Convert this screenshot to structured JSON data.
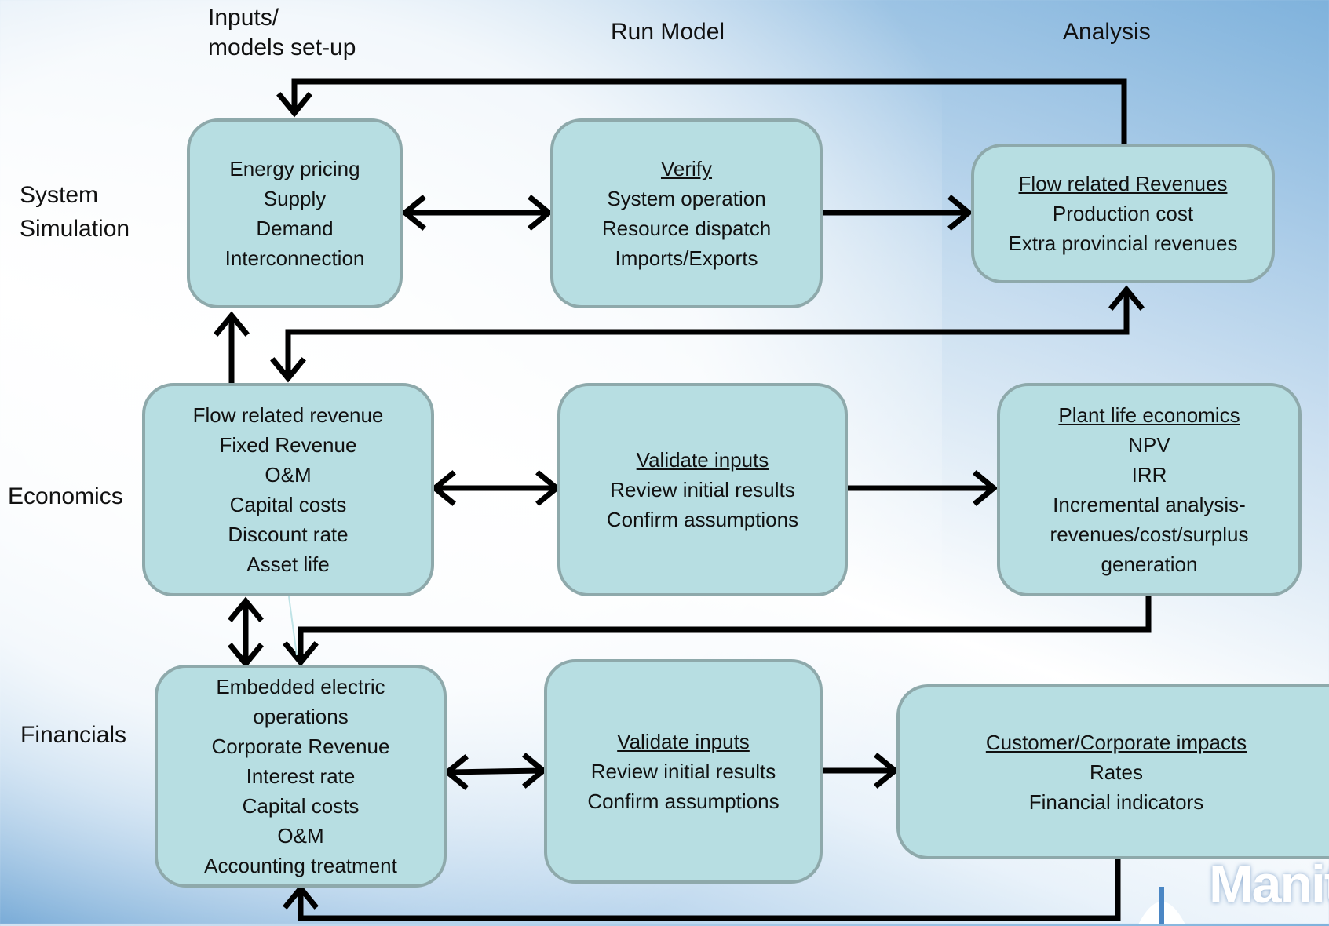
{
  "columns": {
    "inputs": "Inputs/\nmodels set-up",
    "inputs_line1": "Inputs/",
    "inputs_line2": "models set-up",
    "run": "Run Model",
    "analysis": "Analysis"
  },
  "rows": {
    "system_line1": "System",
    "system_line2": "Simulation",
    "economics": "Economics",
    "financials": "Financials"
  },
  "boxes": {
    "sys_inputs": [
      "Energy pricing",
      "Supply",
      "Demand",
      "Interconnection"
    ],
    "sys_run": {
      "title": "Verify",
      "lines": [
        "System operation",
        "Resource dispatch",
        "Imports/Exports"
      ]
    },
    "sys_analysis": {
      "title": "Flow related Revenues",
      "lines": [
        "Production cost",
        "Extra provincial revenues"
      ]
    },
    "eco_inputs": [
      "Flow related revenue",
      "Fixed Revenue",
      "O&M",
      "Capital costs",
      "Discount rate",
      "Asset life"
    ],
    "eco_run": {
      "title": "Validate inputs",
      "lines": [
        "Review initial results",
        "Confirm assumptions"
      ]
    },
    "eco_analysis": {
      "title": "Plant life economics",
      "lines": [
        "NPV",
        "IRR",
        "Incremental analysis-",
        "revenues/cost/surplus",
        "generation"
      ]
    },
    "fin_inputs": [
      "Embedded electric",
      "operations",
      "Corporate Revenue",
      "Interest rate",
      "Capital costs",
      "O&M",
      "Accounting treatment"
    ],
    "fin_run": {
      "title": "Validate inputs",
      "lines": [
        "Review initial results",
        "Confirm assumptions"
      ]
    },
    "fin_analysis": {
      "title": "Customer/Corporate impacts",
      "lines": [
        "Rates",
        "Financial indicators"
      ]
    }
  },
  "logo": {
    "text": "Manit"
  },
  "colors": {
    "box_fill": "#b7dee2",
    "box_border": "#8ea9ab",
    "arrow": "#000000"
  }
}
